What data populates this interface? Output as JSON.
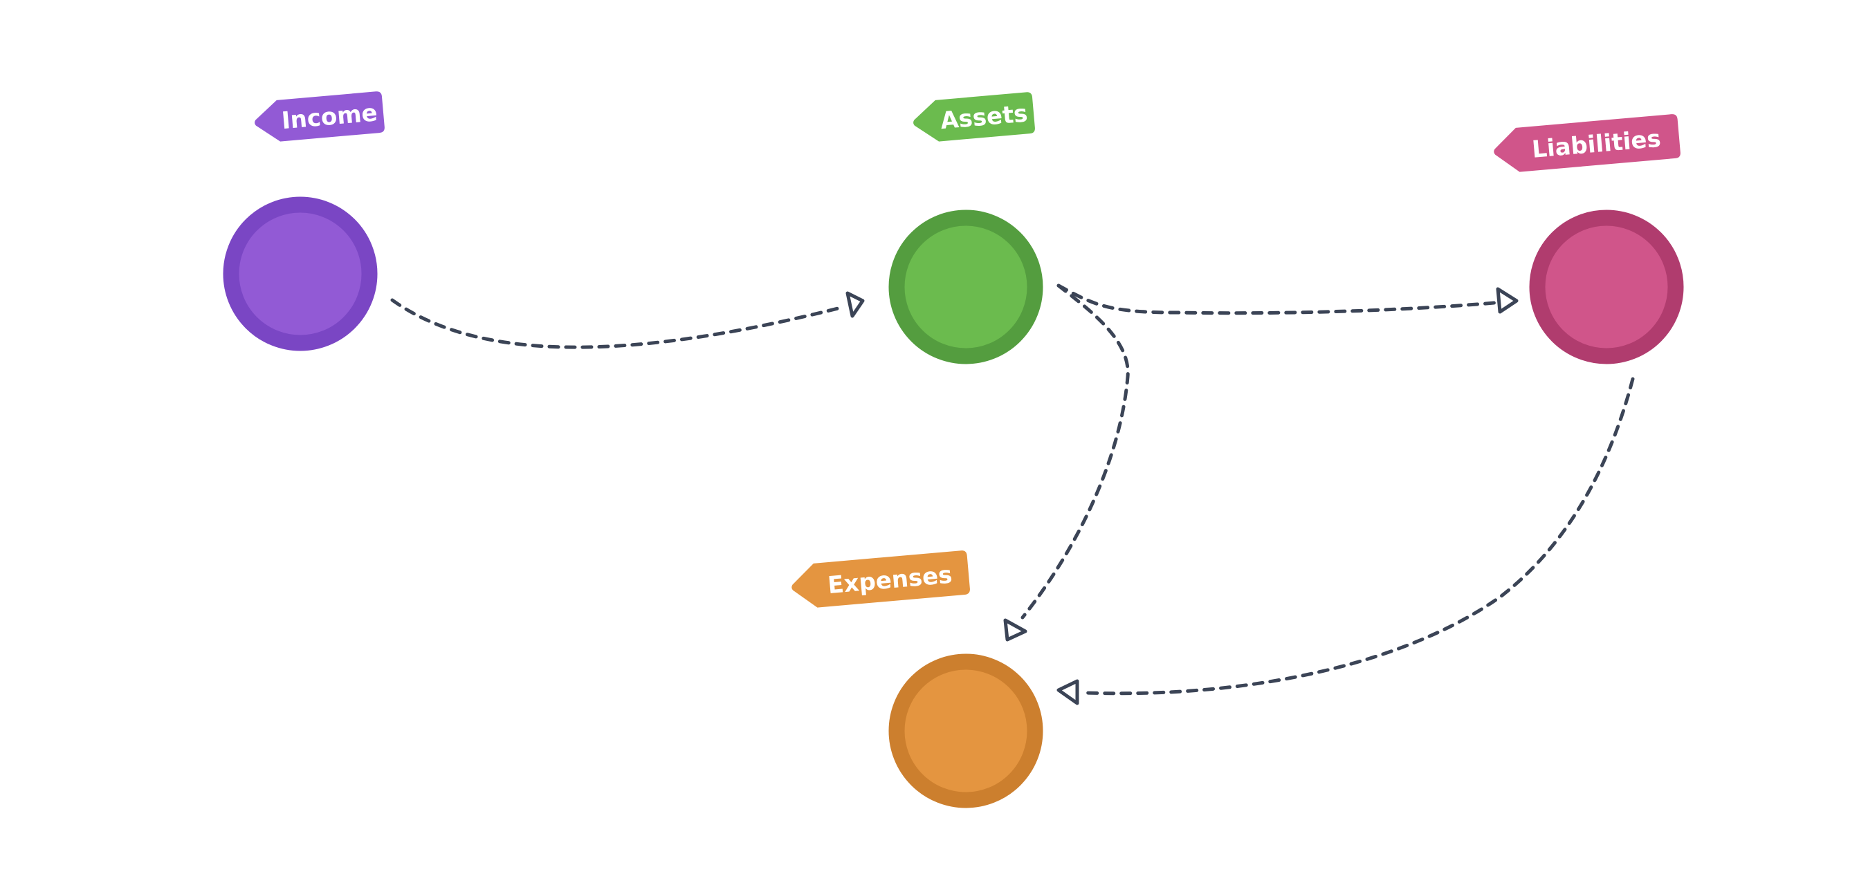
{
  "nodes": [
    {
      "id": "income",
      "label": "Income",
      "color": "#925ad5",
      "border_color": "#7a46c4"
    },
    {
      "id": "assets",
      "label": "Assets",
      "color": "#6bbb4e",
      "border_color": "#549d3f"
    },
    {
      "id": "liabilities",
      "label": "Liabilities",
      "color": "#d0558a",
      "border_color": "#b03c6e"
    },
    {
      "id": "expenses",
      "label": "Expenses",
      "color": "#e49540",
      "border_color": "#cc7f2e"
    }
  ],
  "edges": [
    {
      "from": "income",
      "to": "assets",
      "style": "dashed",
      "arrowhead": "hollow-triangle"
    },
    {
      "from": "assets",
      "to": "liabilities",
      "style": "dashed",
      "arrowhead": "hollow-triangle"
    },
    {
      "from": "assets",
      "to": "expenses",
      "style": "dashed",
      "arrowhead": "hollow-triangle"
    },
    {
      "from": "liabilities",
      "to": "expenses",
      "style": "dashed",
      "arrowhead": "hollow-triangle"
    }
  ],
  "edge_color": "#3b4456"
}
